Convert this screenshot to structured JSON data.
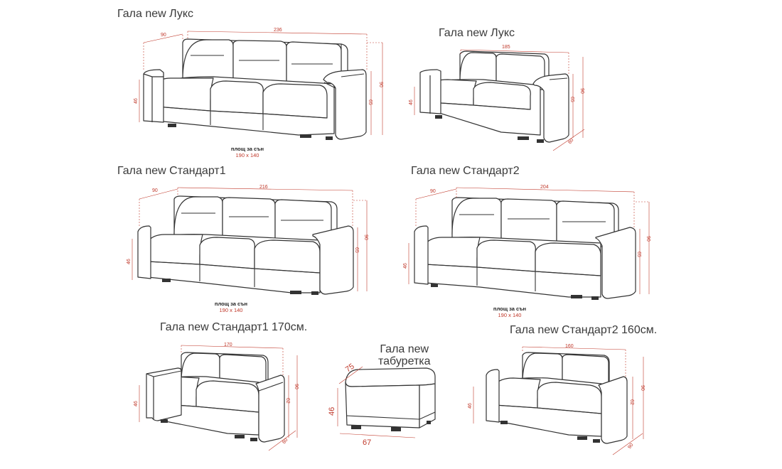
{
  "titles": {
    "t1": "Гала new Лукс",
    "t2": "Гала new Лукс",
    "t3": "Гала new Стандарт1",
    "t4": "Гала new Стандарт2",
    "t5": "Гала new Стандарт1 170см.",
    "t6_line1": "Гала new",
    "t6_line2": "табуретка",
    "t7": "Гала new Стандарт2 160см."
  },
  "sleep_area": {
    "label": "площ за сън",
    "size": "190 x 140"
  },
  "dims": {
    "s1": {
      "depth": "90",
      "width": "236",
      "height": "90",
      "back": "65",
      "seat": "46"
    },
    "s2": {
      "width": "185",
      "height": "90",
      "back": "65",
      "seat": "46",
      "depth": "80"
    },
    "s3": {
      "depth": "90",
      "width": "216",
      "height": "90",
      "back": "65",
      "seat": "46"
    },
    "s4": {
      "depth": "90",
      "width": "204",
      "height": "90",
      "back": "65",
      "seat": "46"
    },
    "s5": {
      "width": "170",
      "height": "90",
      "back": "62",
      "seat": "46",
      "depth": "80"
    },
    "s6": {
      "top": "75",
      "height": "46",
      "bottom": "67"
    },
    "s7": {
      "width": "160",
      "height": "90",
      "back": "62",
      "seat": "46",
      "depth": "90"
    }
  },
  "colors": {
    "dimension": "#c0392b",
    "outline": "#333333",
    "text": "#3a3a3a"
  }
}
